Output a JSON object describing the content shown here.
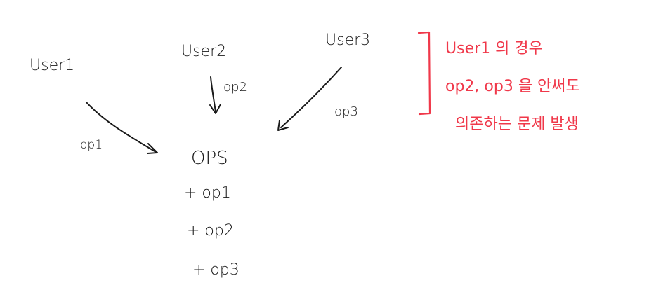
{
  "users": {
    "user1": "User1",
    "user2": "User2",
    "user3": "User3"
  },
  "ops": {
    "op1": "op1",
    "op2": "op2",
    "op3": "op3"
  },
  "result": {
    "title": "OPS",
    "lines": [
      "+ op1",
      "+ op2",
      "+ op3"
    ]
  },
  "note": {
    "line1": "User1 의 경우",
    "line2": "op2, op3 을 안써도",
    "line3": "의존하는 문제 발생"
  },
  "colors": {
    "ink": "#1a1a1a",
    "note": "#f0384a",
    "background": "#ffffff"
  }
}
